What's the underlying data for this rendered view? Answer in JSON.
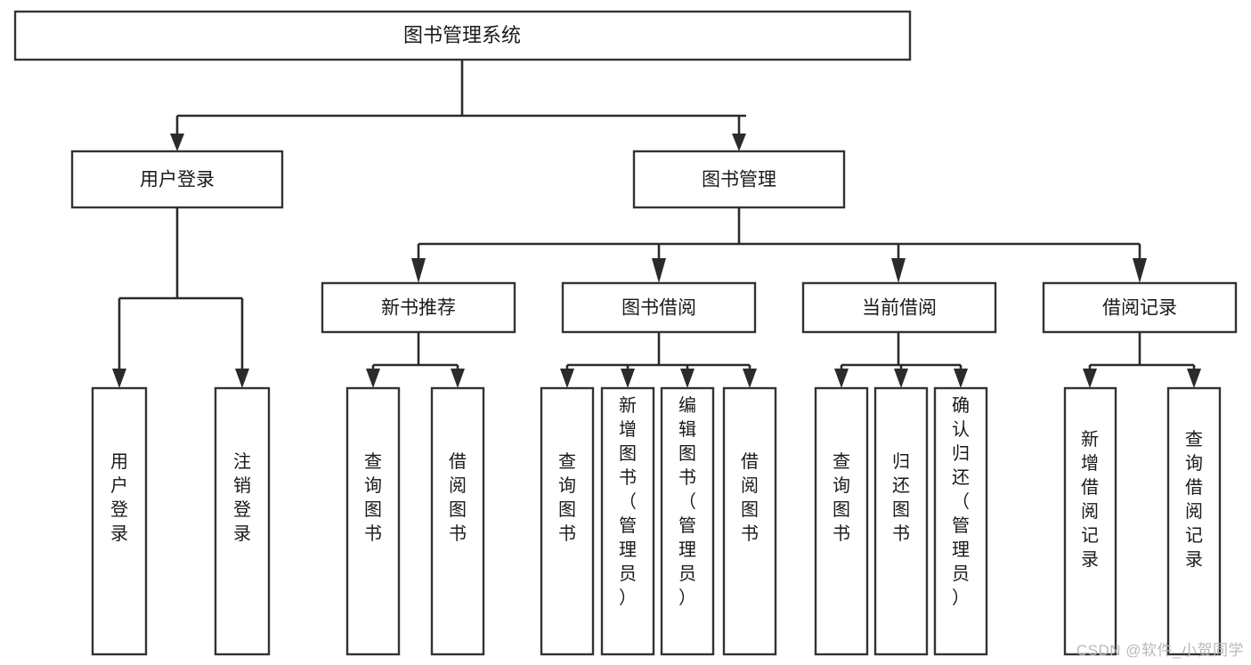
{
  "diagram": {
    "type": "tree",
    "title": "图书管理系统",
    "orientation": "top-down",
    "watermark": "CSDN @软件_小贺同学",
    "colors": {
      "box_fill": "#ffffff",
      "box_stroke": "#333333",
      "connector": "#2b2b2b",
      "text": "#1a1a1a",
      "watermark": "#b9b9b9",
      "background": "#ffffff"
    },
    "root": {
      "label": "图书管理系统",
      "id": "root"
    },
    "level2": [
      {
        "id": "user-login",
        "label": "用户登录"
      },
      {
        "id": "book-management",
        "label": "图书管理"
      }
    ],
    "level3": [
      {
        "id": "new-book-recommend",
        "label": "新书推荐",
        "parent": "book-management"
      },
      {
        "id": "book-borrow",
        "label": "图书借阅",
        "parent": "book-management"
      },
      {
        "id": "current-borrow",
        "label": "当前借阅",
        "parent": "book-management"
      },
      {
        "id": "borrow-record",
        "label": "借阅记录",
        "parent": "book-management"
      }
    ],
    "leaves": [
      {
        "id": "leaf-user-login",
        "label": "用户登录",
        "parent": "user-login"
      },
      {
        "id": "leaf-user-logout",
        "label": "注销登录",
        "parent": "user-login"
      },
      {
        "id": "leaf-query-book-1",
        "label": "查询图书",
        "parent": "new-book-recommend"
      },
      {
        "id": "leaf-borrow-book-1",
        "label": "借阅图书",
        "parent": "new-book-recommend"
      },
      {
        "id": "leaf-query-book-2",
        "label": "查询图书",
        "parent": "book-borrow"
      },
      {
        "id": "leaf-add-book",
        "label": "新增图书（管理员）",
        "parent": "book-borrow"
      },
      {
        "id": "leaf-edit-book",
        "label": "编辑图书（管理员）",
        "parent": "book-borrow"
      },
      {
        "id": "leaf-borrow-book-2",
        "label": "借阅图书",
        "parent": "book-borrow"
      },
      {
        "id": "leaf-query-book-3",
        "label": "查询图书",
        "parent": "current-borrow"
      },
      {
        "id": "leaf-return-book",
        "label": "归还图书",
        "parent": "current-borrow"
      },
      {
        "id": "leaf-confirm-return",
        "label": "确认归还（管理员）",
        "parent": "current-borrow"
      },
      {
        "id": "leaf-add-record",
        "label": "新增借阅记录",
        "parent": "borrow-record"
      },
      {
        "id": "leaf-query-record",
        "label": "查询借阅记录",
        "parent": "borrow-record"
      }
    ]
  }
}
